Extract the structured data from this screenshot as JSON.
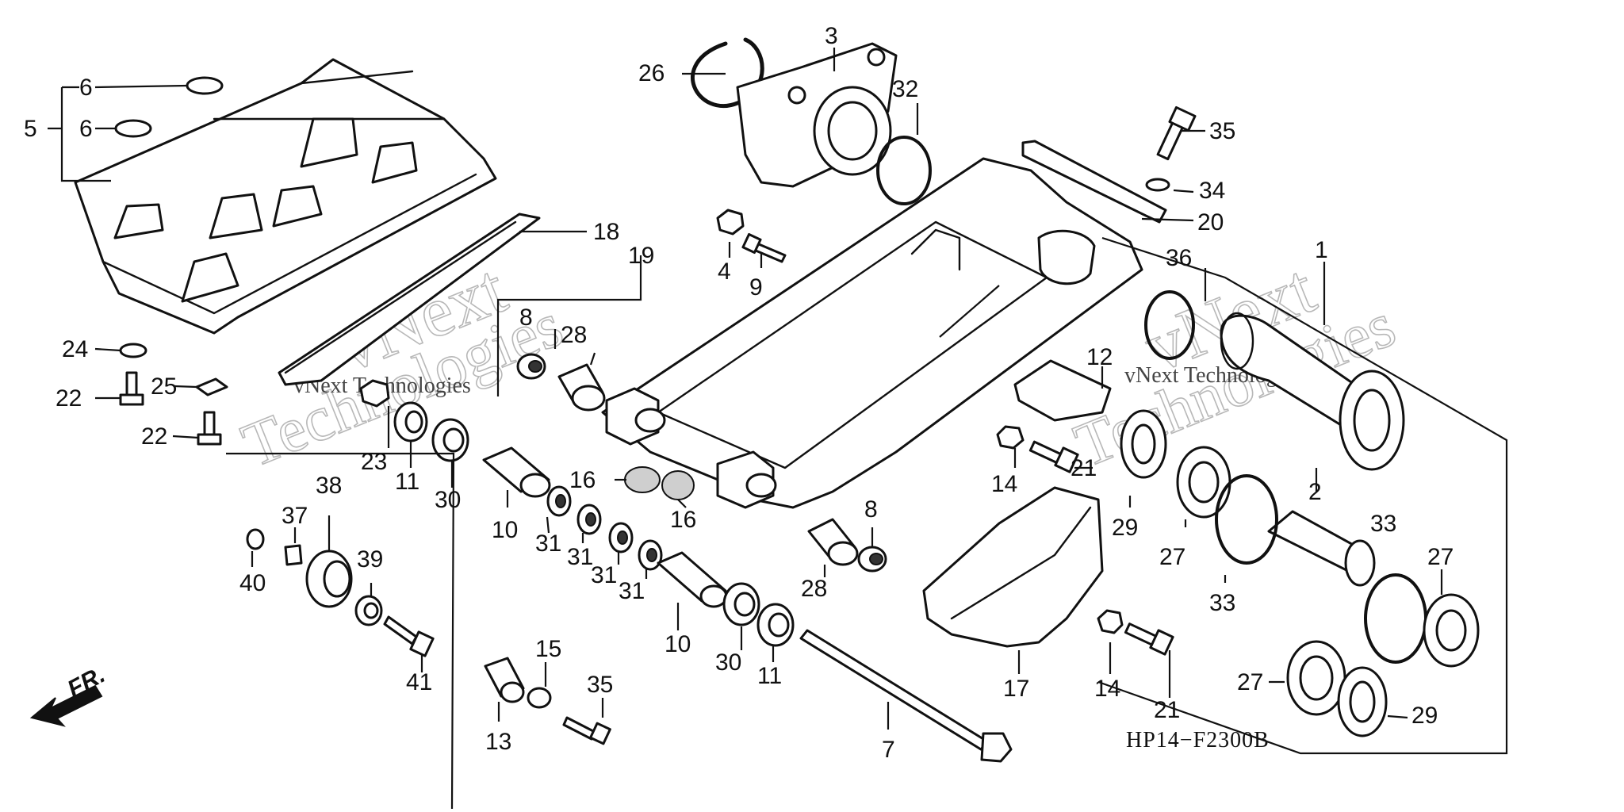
{
  "diagram_code": "HP14−F2300B",
  "direction_label": "FR.",
  "watermark": {
    "brand": "vNext",
    "company": "Technologies",
    "caption": "vNext Technologies"
  },
  "callouts": {
    "p1": "1",
    "p2": "2",
    "p3": "3",
    "p4": "4",
    "p5": "5",
    "p6a": "6",
    "p6b": "6",
    "p7": "7",
    "p8a": "8",
    "p8b": "8",
    "p9": "9",
    "p10a": "10",
    "p10b": "10",
    "p11a": "11",
    "p11b": "11",
    "p12": "12",
    "p13": "13",
    "p14a": "14",
    "p14b": "14",
    "p15": "15",
    "p16a": "16",
    "p16b": "16",
    "p17": "17",
    "p18": "18",
    "p19": "19",
    "p20": "20",
    "p21a": "21",
    "p21b": "21",
    "p22a": "22",
    "p22b": "22",
    "p23": "23",
    "p24": "24",
    "p25": "25",
    "p26": "26",
    "p27a": "27",
    "p27b": "27",
    "p27c": "27",
    "p28a": "28",
    "p28b": "28",
    "p29a": "29",
    "p29b": "29",
    "p30a": "30",
    "p30b": "30",
    "p31a": "31",
    "p31b": "31",
    "p31c": "31",
    "p31d": "31",
    "p32": "32",
    "p33a": "33",
    "p33b": "33",
    "p34": "34",
    "p35a": "35",
    "p35b": "35",
    "p36": "36",
    "p37": "37",
    "p38": "38",
    "p39": "39",
    "p40": "40",
    "p41": "41"
  }
}
